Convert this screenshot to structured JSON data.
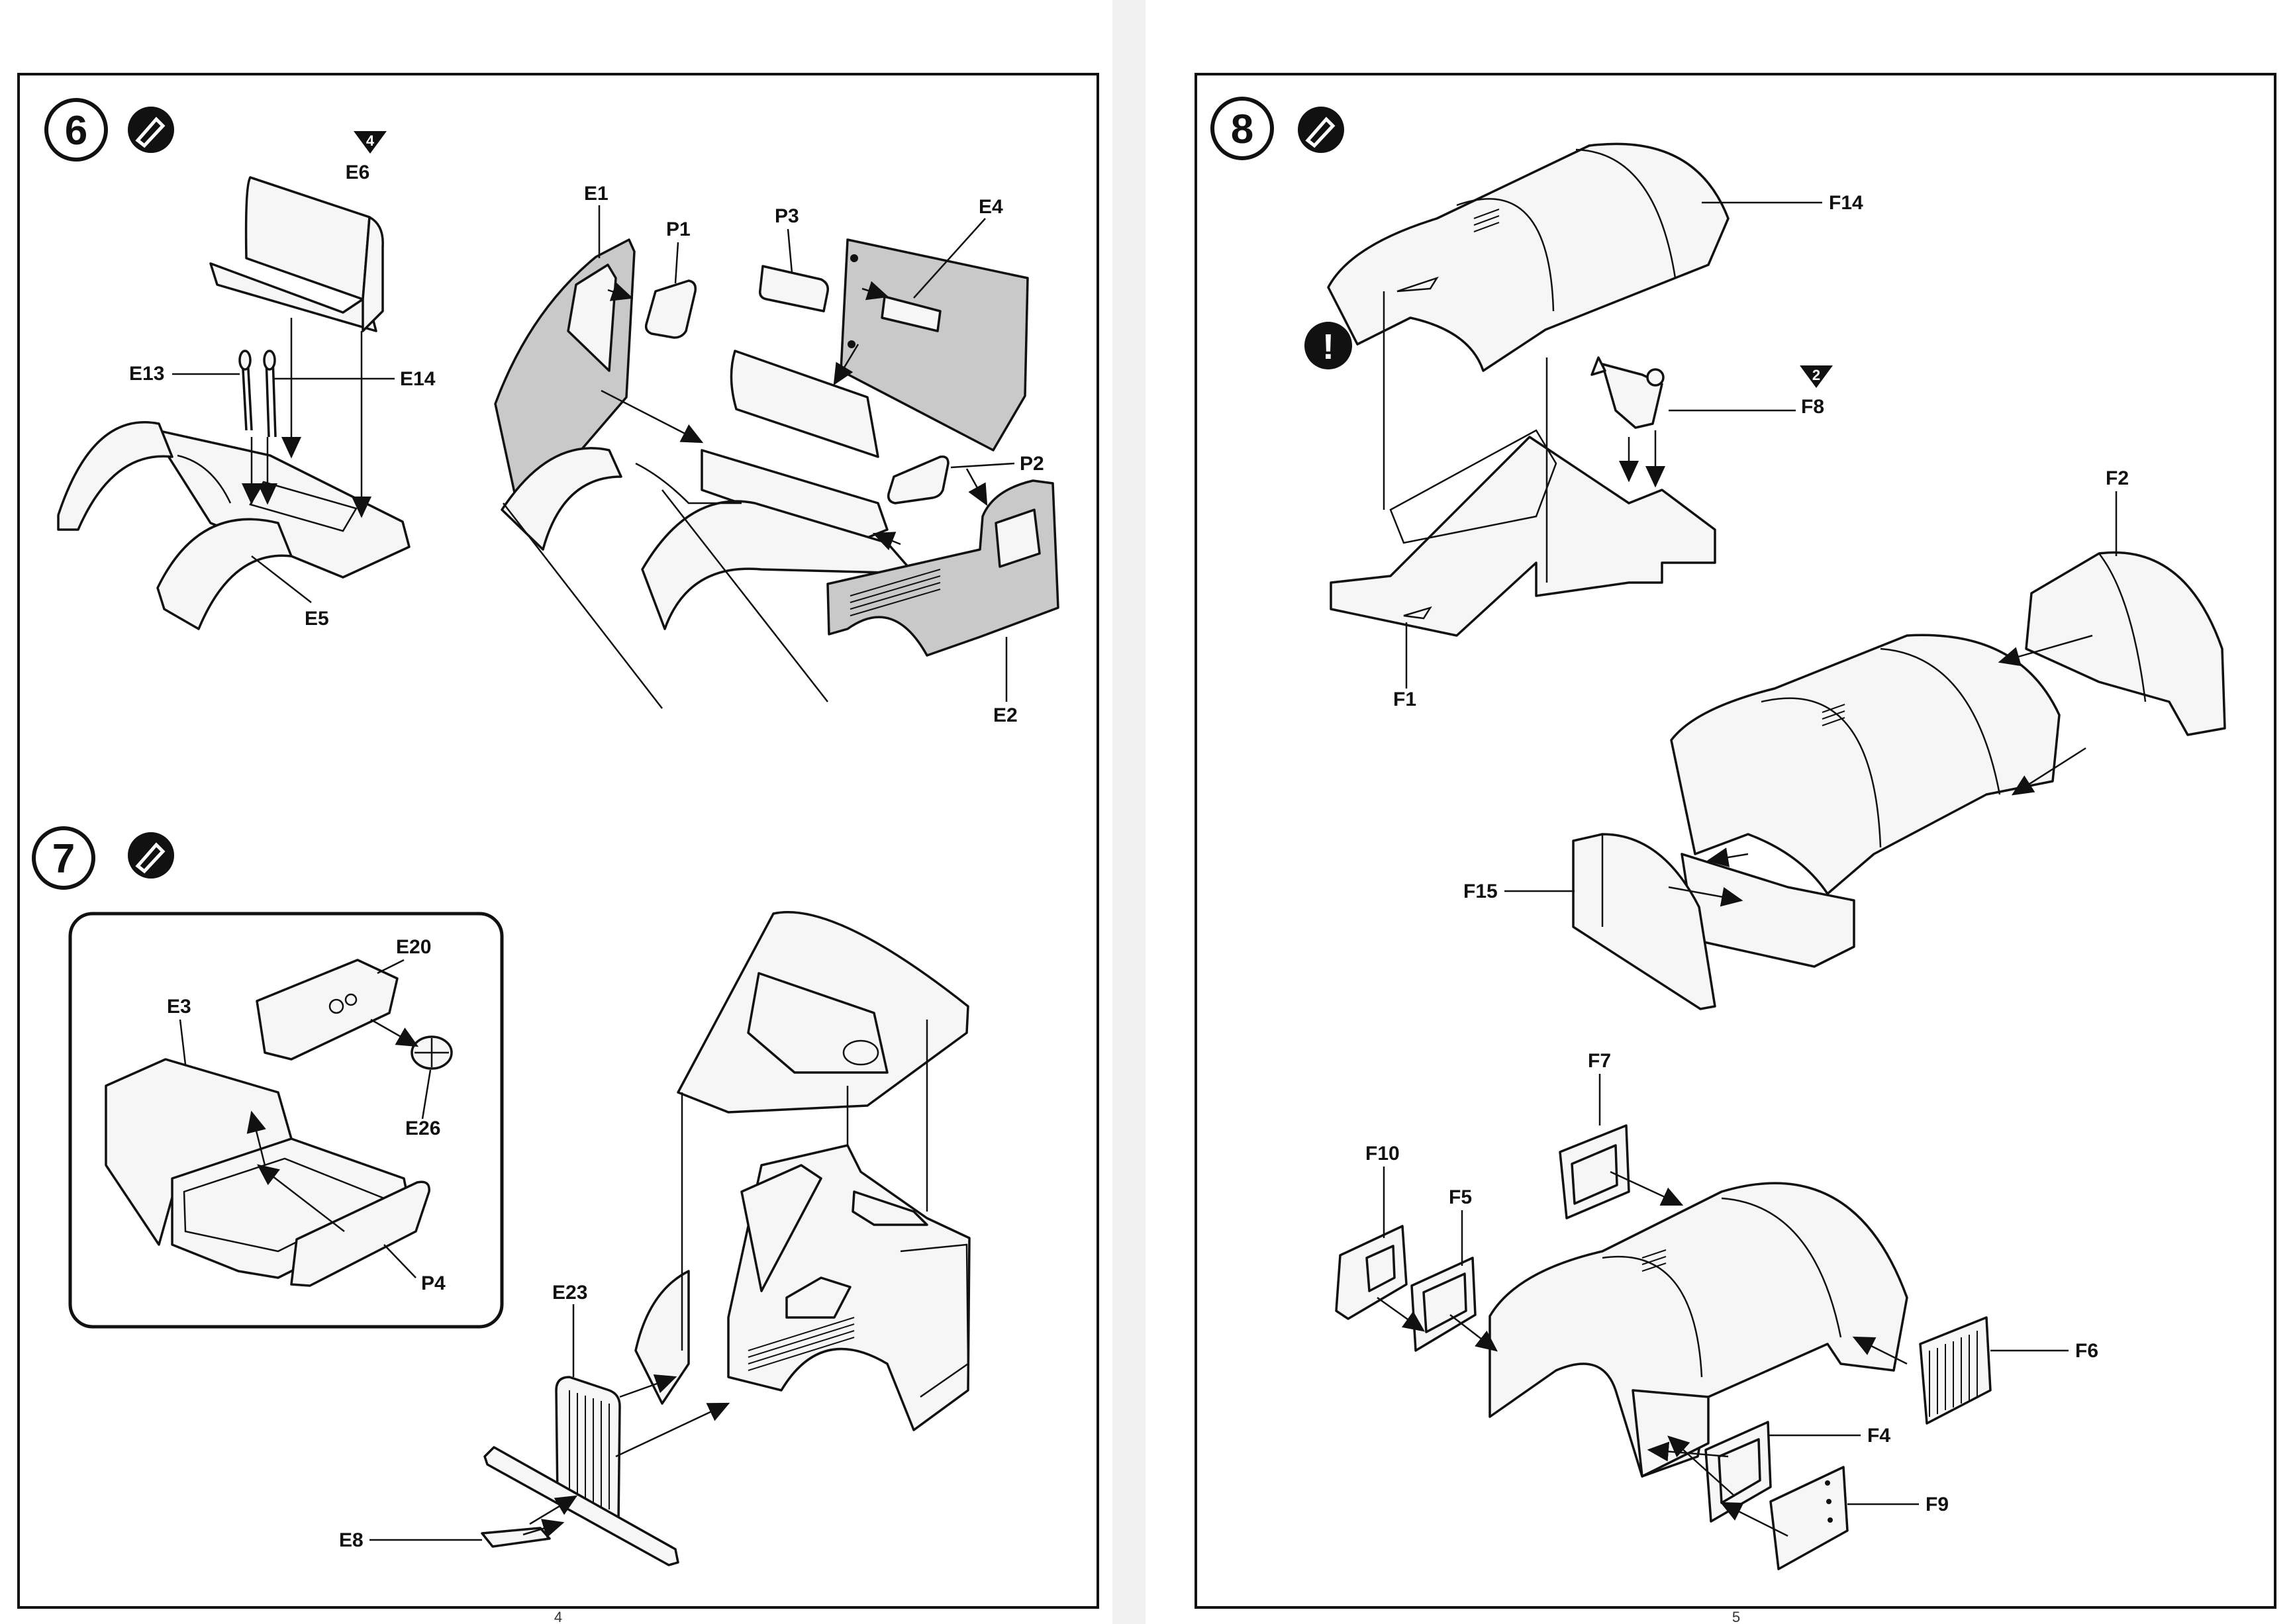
{
  "pages": [
    {
      "page_number": "4",
      "steps": [
        {
          "number": "6",
          "icon": "paint-icon",
          "parts": [
            "E6",
            "E13",
            "E14",
            "E5",
            "E1",
            "P1",
            "P3",
            "E4",
            "P2",
            "E2"
          ],
          "badge": "4"
        },
        {
          "number": "7",
          "icon": "paint-icon",
          "parts": [
            "E20",
            "E3",
            "E26",
            "P4",
            "E23",
            "E8"
          ]
        }
      ]
    },
    {
      "page_number": "5",
      "steps": [
        {
          "number": "8",
          "icon": "paint-icon",
          "parts": [
            "F14",
            "F8",
            "F1",
            "F2",
            "F15",
            "F7",
            "F10",
            "F5",
            "F6",
            "F4",
            "F9"
          ],
          "badge": "2"
        }
      ]
    }
  ]
}
